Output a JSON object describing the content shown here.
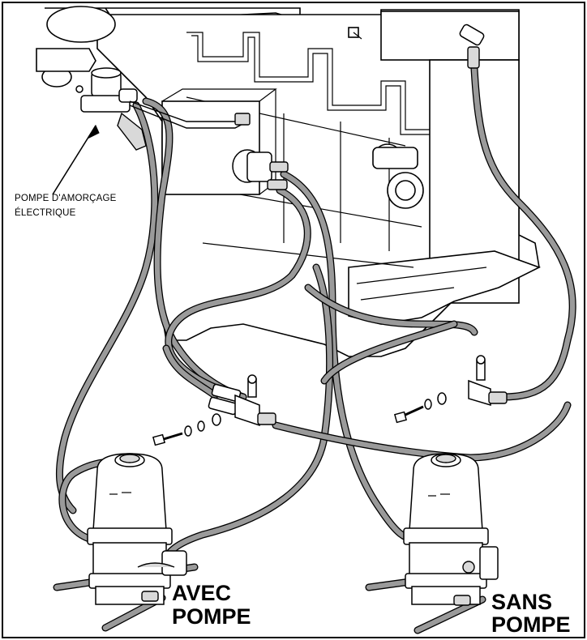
{
  "labels": {
    "primer_pump": [
      "POMPE D'AMORÇAGE",
      "ÉLECTRIQUE"
    ],
    "with_pump": [
      "AVEC",
      "POMPE"
    ],
    "without_pump": [
      "SANS",
      "POMPE"
    ]
  }
}
